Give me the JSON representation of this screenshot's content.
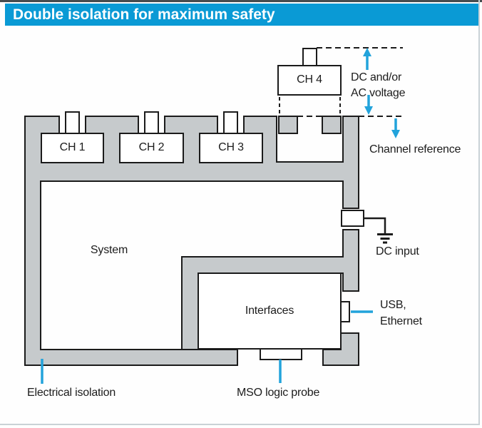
{
  "page": {
    "title": "Double isolation for maximum safety"
  },
  "colors": {
    "title_bar_blue": "#0a9ad5",
    "arrow_blue": "#22a3db",
    "chassis_gray": "#c6cacc",
    "outline_black": "#1b1b1b"
  },
  "channels": {
    "ch1": "CH 1",
    "ch2": "CH 2",
    "ch3": "CH 3",
    "ch4": "CH 4"
  },
  "blocks": {
    "system": "System",
    "interfaces": "Interfaces"
  },
  "annotations": {
    "dc_ac_line1": "DC and/or",
    "dc_ac_line2": "AC voltage",
    "channel_reference": "Channel reference",
    "dc_input": "DC input",
    "usb_line1": "USB,",
    "usb_line2": "Ethernet",
    "electrical_isolation": "Electrical isolation",
    "mso_logic_probe": "MSO logic probe"
  }
}
